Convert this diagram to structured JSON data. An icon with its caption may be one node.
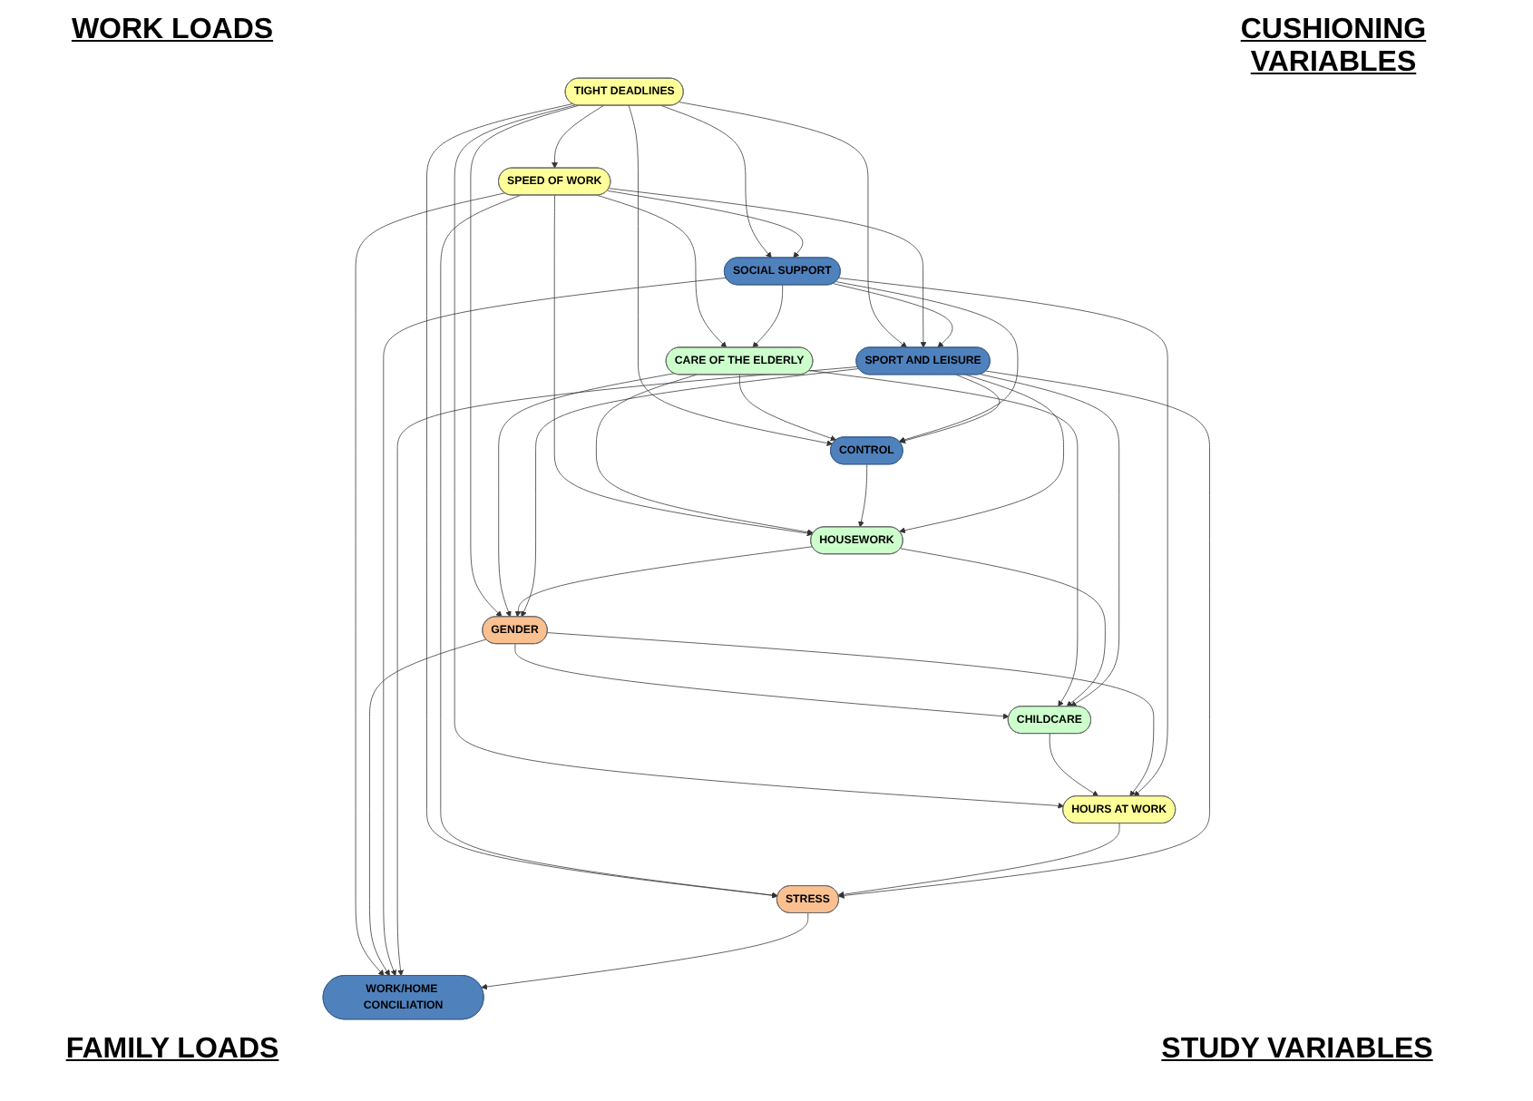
{
  "diagram": {
    "nodes": [
      {
        "text": [
          "TIGHT DEADLINES"
        ]
      },
      {
        "text": [
          "SPEED OF WORK"
        ]
      },
      {
        "text": [
          "HOURS AT WORK"
        ]
      },
      {
        "text": [
          "CONTROL"
        ]
      },
      {
        "text": [
          "CHILDCARE"
        ]
      },
      {
        "text": [
          "SOCIAL SUPPORT"
        ]
      },
      {
        "text": [
          "CARE OF THE ELDERLY"
        ]
      },
      {
        "text": [
          "WORK/HOME CONCILIATION"
        ]
      },
      {
        "text": [
          "HOUSEWORK"
        ]
      },
      {
        "text": [
          "SPORT AND LEISURE"
        ]
      },
      {
        "text": [
          "GENDER"
        ]
      },
      {
        "text": [
          "STRESS"
        ]
      }
    ],
    "edges": [
      {
        "from": 0,
        "to": 1,
        "arrow": "to"
      },
      {
        "from": 0,
        "to": 2,
        "arrow": "to"
      },
      {
        "from": 0,
        "to": 10,
        "arrow": "to"
      },
      {
        "from": 0,
        "to": 11,
        "arrow": "to"
      },
      {
        "from": 0,
        "to": 3,
        "arrow": "to"
      },
      {
        "from": 0,
        "to": 5,
        "arrow": "to"
      },
      {
        "from": 0,
        "to": 9,
        "arrow": "to"
      },
      {
        "from": 1,
        "to": 6,
        "arrow": "to"
      },
      {
        "from": 1,
        "to": 8,
        "arrow": "to"
      },
      {
        "from": 1,
        "to": 11,
        "arrow": "to"
      },
      {
        "from": 1,
        "to": 5,
        "arrow": "to"
      },
      {
        "from": 1,
        "to": 9,
        "arrow": "to"
      },
      {
        "from": 1,
        "to": 7,
        "arrow": "to"
      },
      {
        "from": 2,
        "to": 11,
        "arrow": "to"
      },
      {
        "from": 4,
        "to": 2,
        "arrow": "to"
      },
      {
        "from": 10,
        "to": 2,
        "arrow": "to"
      },
      {
        "from": 10,
        "to": 4,
        "arrow": "to"
      },
      {
        "from": 10,
        "to": 7,
        "arrow": "to"
      },
      {
        "from": 6,
        "to": 4,
        "arrow": "to"
      },
      {
        "from": 6,
        "to": 8,
        "arrow": "to"
      },
      {
        "from": 6,
        "to": 10,
        "arrow": "to"
      },
      {
        "from": 6,
        "to": 3,
        "arrow": "to"
      },
      {
        "from": 8,
        "to": 4,
        "arrow": "to"
      },
      {
        "from": 8,
        "to": 10,
        "arrow": "to"
      },
      {
        "from": 3,
        "to": 8,
        "arrow": "to"
      },
      {
        "from": 5,
        "to": 2,
        "arrow": "to"
      },
      {
        "from": 5,
        "to": 6,
        "arrow": "to"
      },
      {
        "from": 5,
        "to": 3,
        "arrow": "to"
      },
      {
        "from": 5,
        "to": 7,
        "arrow": "to"
      },
      {
        "from": 5,
        "to": 9,
        "arrow": "to"
      },
      {
        "from": 9,
        "to": 4,
        "arrow": "to"
      },
      {
        "from": 9,
        "to": 8,
        "arrow": "to"
      },
      {
        "from": 9,
        "to": 3,
        "arrow": "to"
      },
      {
        "from": 9,
        "to": 7,
        "arrow": "to"
      },
      {
        "from": 9,
        "to": 11,
        "arrow": "to"
      },
      {
        "from": 9,
        "to": 10,
        "arrow": "to"
      },
      {
        "from": 11,
        "to": 7,
        "arrow": "to"
      }
    ],
    "labels": [
      "WORK LOADS",
      "CUSHIONING VARIABLES",
      "FAMILY LOADS",
      "STUDY VARIABLES"
    ]
  }
}
